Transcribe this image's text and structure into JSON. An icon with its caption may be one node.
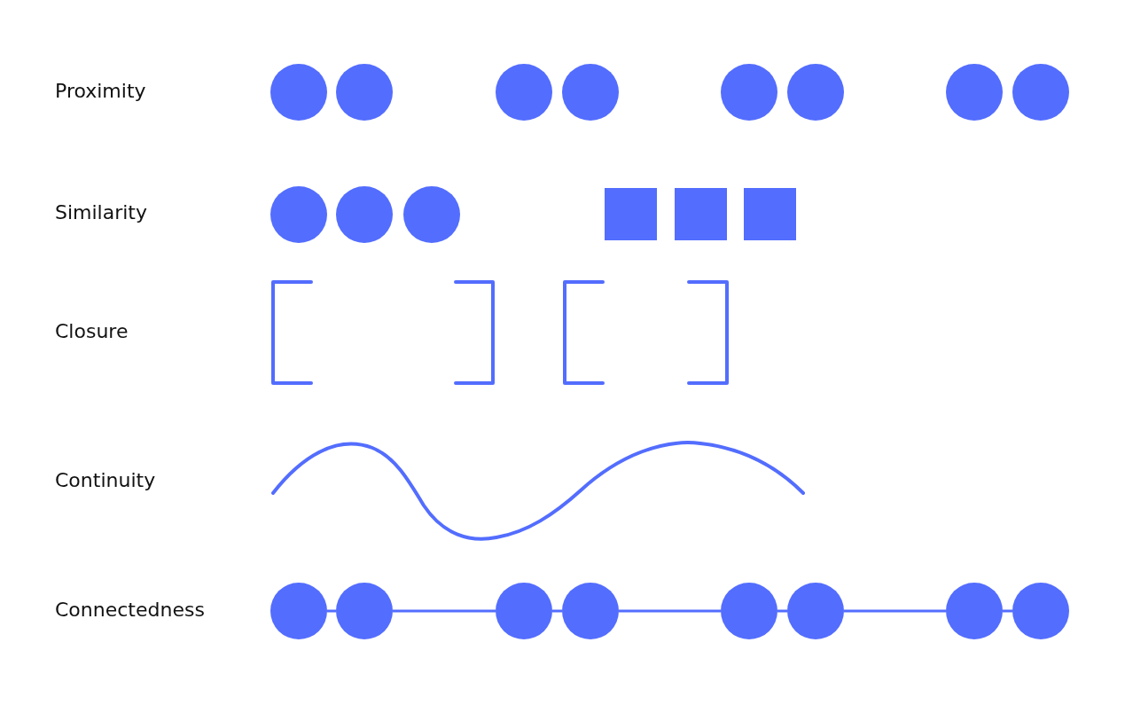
{
  "diagram": {
    "nodes": [
      {
        "text": [],
        "shape": "circle"
      },
      {
        "text": [],
        "shape": "circle"
      },
      {
        "text": [],
        "shape": "circle"
      },
      {
        "text": [],
        "shape": "circle"
      },
      {
        "text": [],
        "shape": "circle"
      },
      {
        "text": [],
        "shape": "circle"
      },
      {
        "text": [],
        "shape": "circle"
      },
      {
        "text": [],
        "shape": "circle"
      }
    ],
    "edges": [
      {
        "from": 0,
        "to": 1,
        "arrow": "none"
      },
      {
        "from": 1,
        "to": 2,
        "arrow": "none"
      },
      {
        "from": 2,
        "to": 3,
        "arrow": "none"
      },
      {
        "from": 3,
        "to": 4,
        "arrow": "none"
      },
      {
        "from": 4,
        "to": 5,
        "arrow": "none"
      },
      {
        "from": 5,
        "to": 6,
        "arrow": "none"
      },
      {
        "from": 6,
        "to": 7,
        "arrow": "none"
      }
    ],
    "labels": [
      "Proximity",
      "Similarity",
      "Closure",
      "Continuity",
      "Connectedness"
    ]
  }
}
